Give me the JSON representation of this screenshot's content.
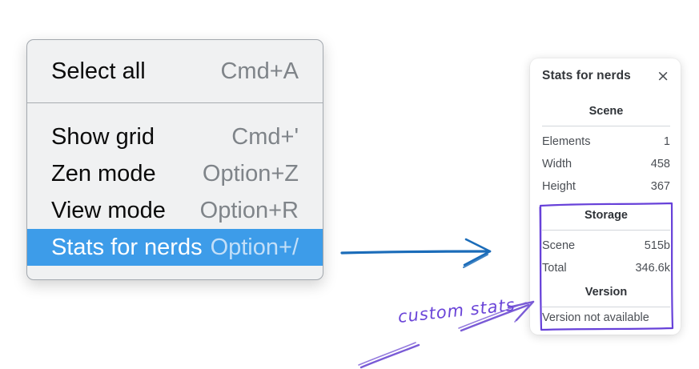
{
  "menu": {
    "groups": [
      {
        "items": [
          {
            "label": "Select all",
            "shortcut": "Cmd+A",
            "selected": false
          }
        ]
      },
      {
        "items": [
          {
            "label": "Show grid",
            "shortcut": "Cmd+'",
            "selected": false
          },
          {
            "label": "Zen mode",
            "shortcut": "Option+Z",
            "selected": false
          },
          {
            "label": "View mode",
            "shortcut": "Option+R",
            "selected": false
          },
          {
            "label": "Stats for nerds",
            "shortcut": "Option+/",
            "selected": true
          }
        ]
      }
    ]
  },
  "stats_panel": {
    "title": "Stats for nerds",
    "close_label": "×",
    "sections": [
      {
        "heading": "Scene",
        "rows": [
          {
            "label": "Elements",
            "value": "1"
          },
          {
            "label": "Width",
            "value": "458"
          },
          {
            "label": "Height",
            "value": "367"
          }
        ]
      },
      {
        "heading": "Storage",
        "rows": [
          {
            "label": "Scene",
            "value": "515b"
          },
          {
            "label": "Total",
            "value": "346.6k"
          }
        ]
      },
      {
        "heading": "Version",
        "note": "Version not available"
      }
    ]
  },
  "annotation": {
    "label": "custom stats"
  },
  "colors": {
    "selection_blue": "#3d9ce9",
    "arrow_blue": "#1b6cb9",
    "annotation_purple": "#6741d9",
    "menu_background": "#f0f1f2",
    "panel_background": "#ffffff"
  }
}
